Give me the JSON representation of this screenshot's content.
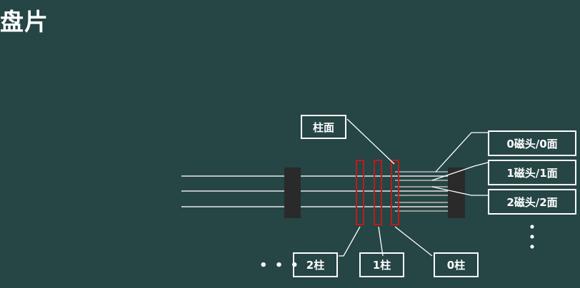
{
  "title": "盘片",
  "labels": {
    "cylinder_surface": "柱面",
    "head0": "0磁头/0面",
    "head1": "1磁头/1面",
    "head2": "2磁头/2面",
    "cyl2": "2柱",
    "cyl1": "1柱",
    "cyl0": "0柱"
  },
  "ellipsis_h": "• • •",
  "colors": {
    "background": "#264545",
    "line": "#ffffff",
    "highlight": "#c01a1a",
    "block": "#2a2a2a"
  }
}
